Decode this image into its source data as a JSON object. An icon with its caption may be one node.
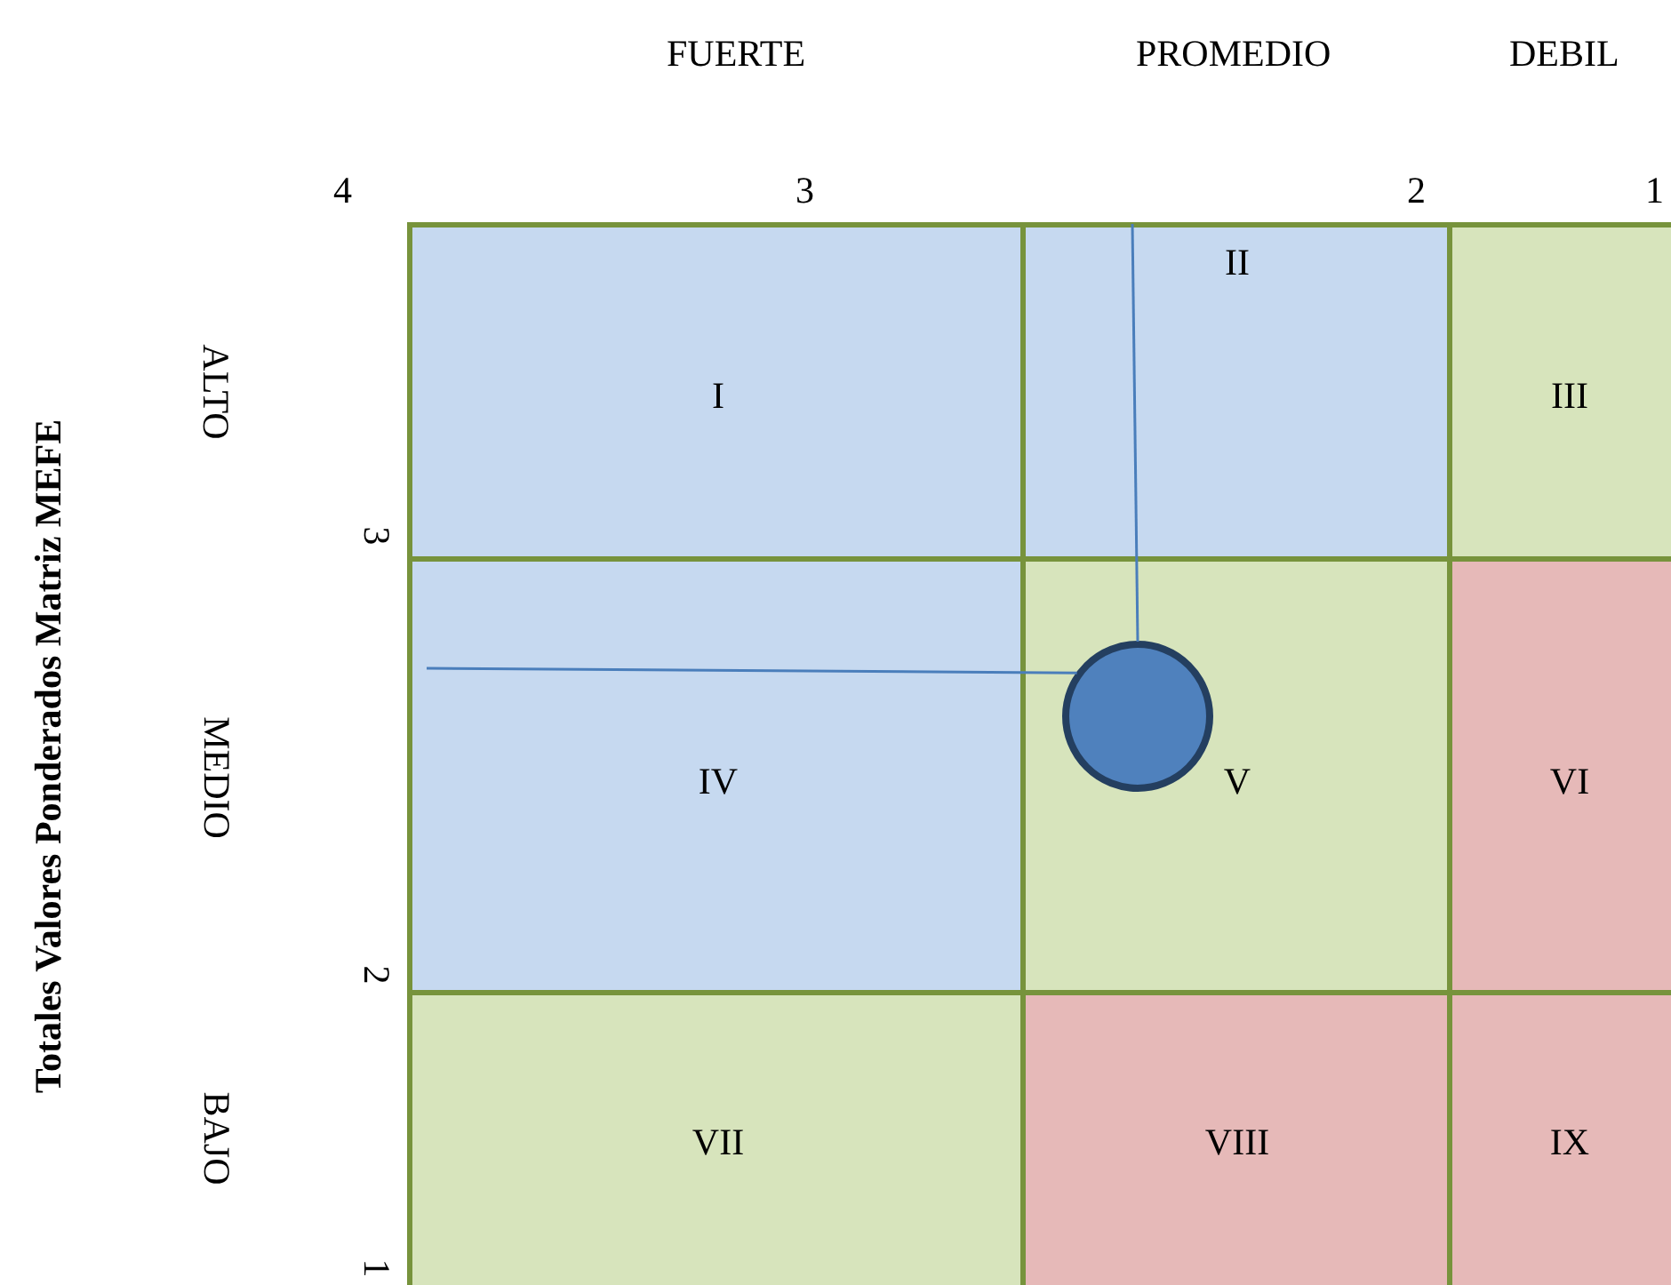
{
  "diagram": {
    "nodes": [
      {
        "text": [
          "I"
        ]
      },
      {
        "text": [
          "II"
        ]
      },
      {
        "text": [
          "III"
        ]
      },
      {
        "text": [
          "IV"
        ]
      },
      {
        "text": [
          "V"
        ]
      },
      {
        "text": [
          "VI"
        ]
      },
      {
        "text": [
          "VII"
        ]
      },
      {
        "text": [
          "VIII"
        ]
      },
      {
        "text": [
          "IX"
        ]
      },
      {
        "text": [],
        "shape": "circle",
        "in": 4
      }
    ],
    "edges": [
      {
        "from": 9,
        "to": 3,
        "arrow": "none"
      },
      {
        "from": 9,
        "to": 1,
        "arrow": "none"
      }
    ],
    "labels": [
      "FUERTE",
      "PROMEDIO",
      "DEBIL",
      "4",
      "3",
      "2",
      "1",
      "Totales Valores Ponderados Matriz MEFE",
      "ALTO",
      "3",
      "MEDIO",
      "2",
      "BAJO",
      "1"
    ]
  }
}
